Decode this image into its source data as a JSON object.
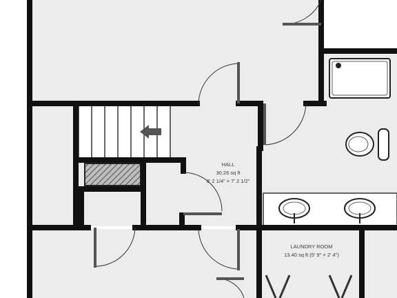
{
  "rooms": {
    "hall": {
      "name": "HALL",
      "area": "30.26 sq ft",
      "dims": "8' 2 1/4\" × 7' 2 1/2\""
    },
    "laundry": {
      "name": "LAUNDRY ROOM",
      "area": "13.40 sq ft (5' 9\" × 2' 4\")"
    }
  },
  "colors": {
    "floor": "#ececec",
    "wall": "#111111",
    "door": "#555555",
    "fixture": "#ffffff",
    "hatch": "#4a4a4a"
  },
  "icons": [
    "stairs-arrow-icon",
    "shower-tray-icon",
    "toilet-icon",
    "sink-icon",
    "door-swing-icon"
  ]
}
